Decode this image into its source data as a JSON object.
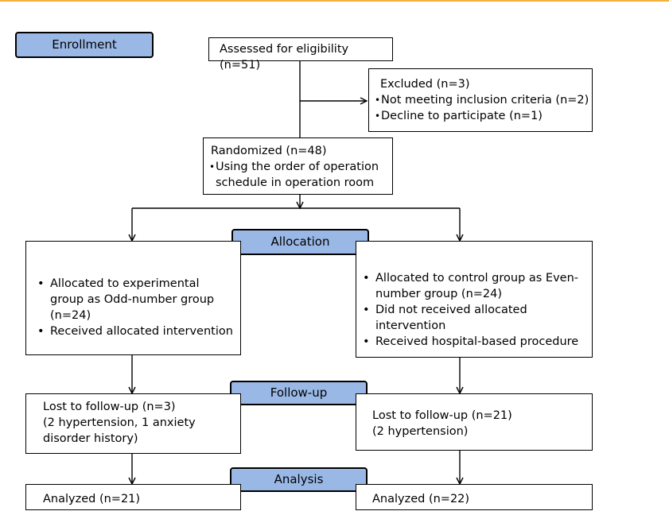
{
  "stages": {
    "enrollment": "Enrollment",
    "allocation": "Allocation",
    "followup": "Follow-up",
    "analysis": "Analysis"
  },
  "assessed": "Assessed for eligibility (n=51)",
  "excluded": {
    "title": "Excluded (n=3)",
    "items": [
      "Not meeting inclusion criteria (n=2)",
      "Decline to participate (n=1)"
    ]
  },
  "randomized": {
    "title": "Randomized (n=48)",
    "items": [
      "Using the order of operation schedule in operation room"
    ]
  },
  "experimental": {
    "allocation_items": [
      "Allocated to experimental group as Odd-number group (n=24)",
      "Received allocated intervention"
    ],
    "followup_lines": [
      "Lost to follow-up (n=3)",
      "(2 hypertension, 1 anxiety disorder history)"
    ],
    "analyzed": "Analyzed (n=21)"
  },
  "control": {
    "allocation_items": [
      "Allocated to control group as Even-number group (n=24)",
      "Did not received allocated intervention",
      "Received hospital-based procedure"
    ],
    "followup_lines": [
      "Lost to follow-up (n=21)",
      "(2 hypertension)"
    ],
    "analyzed": "Analyzed (n=22)"
  }
}
